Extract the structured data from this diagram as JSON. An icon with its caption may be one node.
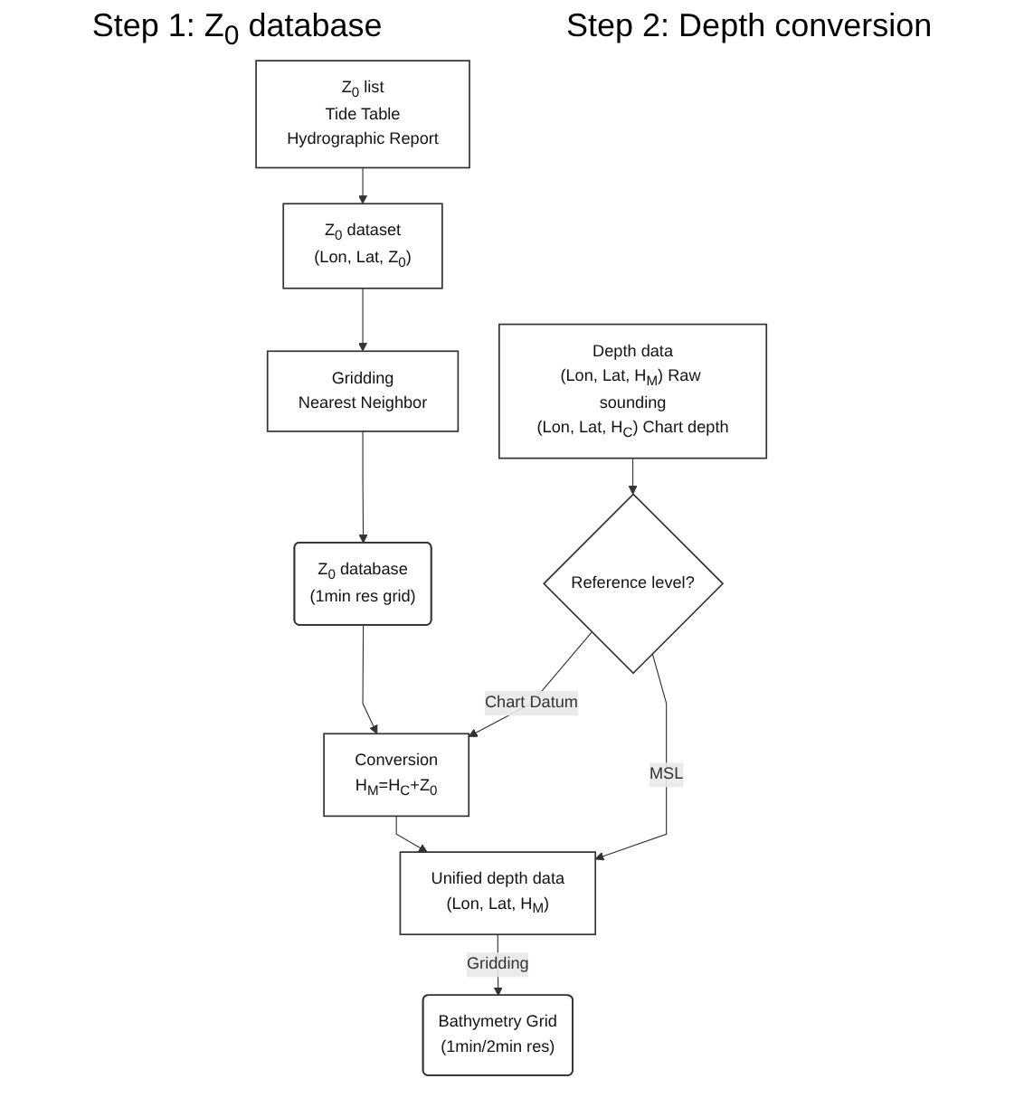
{
  "diagram": {
    "nodes": [
      {
        "text": [
          "Z$_{0}$ list",
          "Tide Table",
          "Hydrographic Report"
        ]
      },
      {
        "text": [
          "Z$_{0}$ dataset",
          "(Lon, Lat, Z$_{0}$)"
        ]
      },
      {
        "text": [
          "Gridding",
          "Nearest Neighbor"
        ]
      },
      {
        "text": [
          "Z$_{0}$ database",
          "(1min res grid)"
        ]
      },
      {
        "text": [
          "Depth data",
          "(Lon, Lat, H$_{M}$) Raw sounding",
          "(Lon, Lat, H$_{C}$) Chart depth"
        ]
      },
      {
        "text": [
          "Reference level?"
        ]
      },
      {
        "text": [
          "Conversion",
          "H$_{M}$=H$_{C}$+Z$_{0}$"
        ]
      },
      {
        "text": [
          "Unified depth data",
          "(Lon, Lat, H$_{M}$)"
        ]
      },
      {
        "text": [
          "Bathymetry Grid",
          "(1min/2min res)"
        ]
      }
    ],
    "edges": [
      {
        "from": 0,
        "to": 1,
        "arrow": "to"
      },
      {
        "from": 1,
        "to": 2,
        "arrow": "to"
      },
      {
        "from": 2,
        "to": 3,
        "arrow": "to"
      },
      {
        "from": 3,
        "to": 6,
        "arrow": "to"
      },
      {
        "from": 4,
        "to": 5,
        "arrow": "to"
      },
      {
        "from": 5,
        "to": 6,
        "label": "Chart Datum",
        "arrow": "to"
      },
      {
        "from": 5,
        "to": 7,
        "label": "MSL",
        "arrow": "to"
      },
      {
        "from": 6,
        "to": 7,
        "arrow": "to"
      },
      {
        "from": 7,
        "to": 8,
        "label": "Gridding",
        "arrow": "to"
      }
    ],
    "labels": [
      "Step 1: Z$_{0}$ database",
      "Step 2: Depth conversion"
    ]
  }
}
